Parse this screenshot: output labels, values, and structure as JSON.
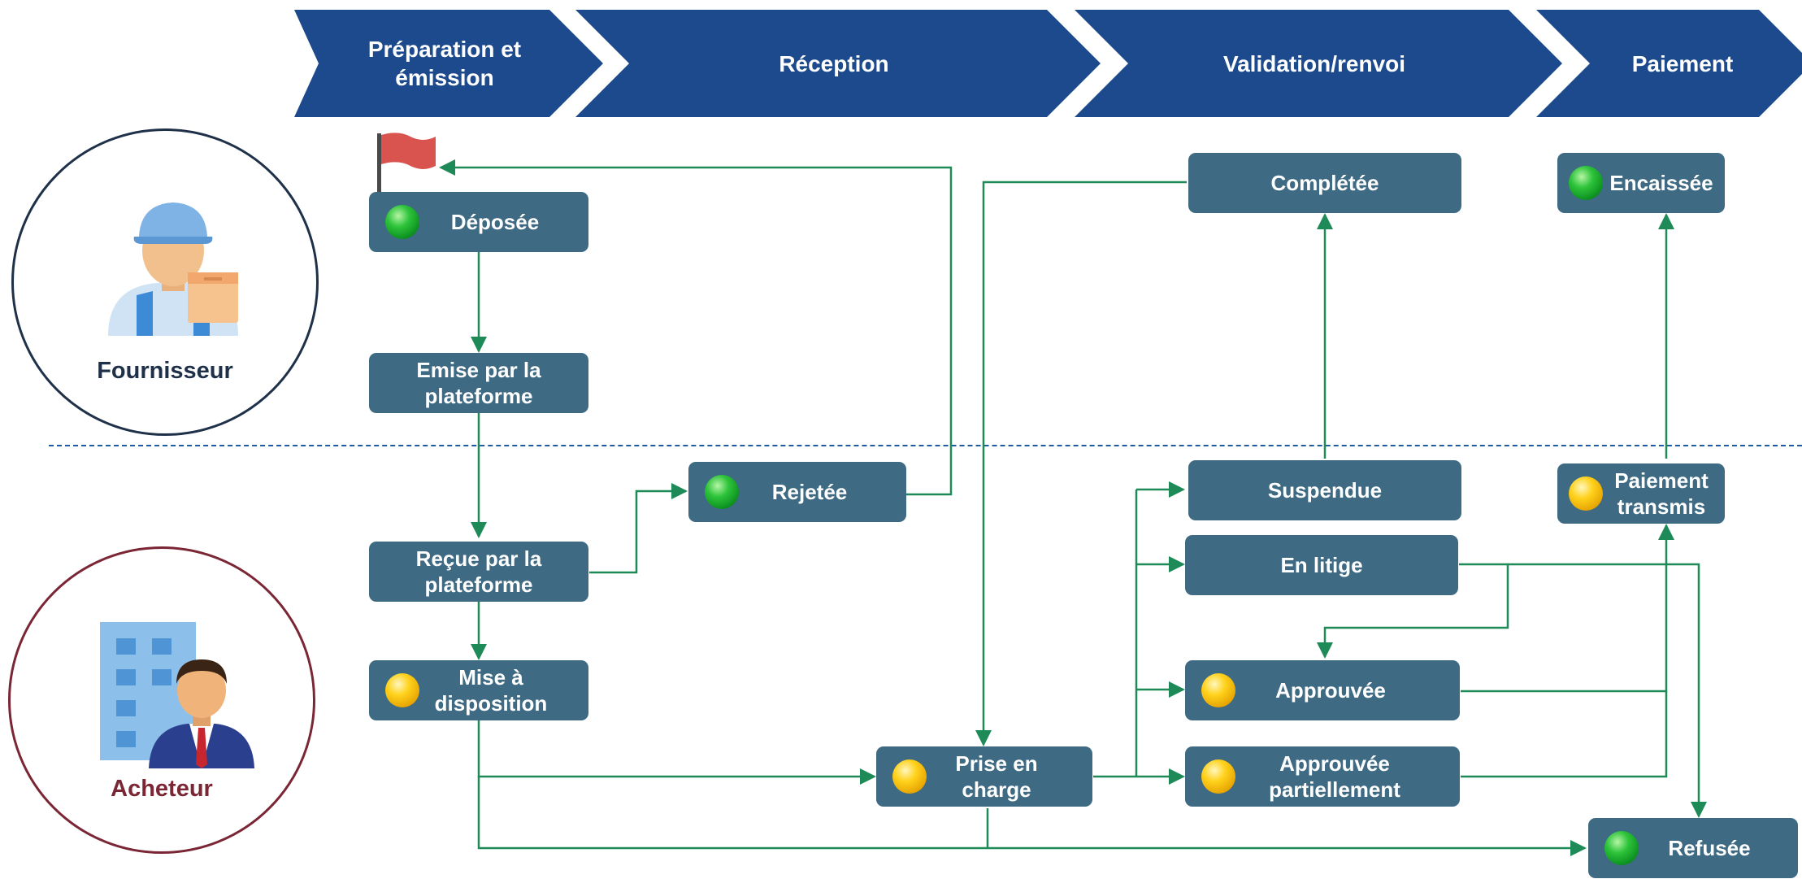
{
  "phases": [
    {
      "label": "Préparation et\némission"
    },
    {
      "label": "Réception"
    },
    {
      "label": "Validation/renvoi"
    },
    {
      "label": "Paiement"
    }
  ],
  "actors": {
    "supplier": "Fournisseur",
    "buyer": "Acheteur"
  },
  "statuses": {
    "deposee": {
      "label": "Déposée",
      "indicator": "green"
    },
    "emise": {
      "label": "Emise par la\nplateforme"
    },
    "rejetee": {
      "label": "Rejetée",
      "indicator": "green"
    },
    "recue": {
      "label": "Reçue par la\nplateforme"
    },
    "mise_a_disposition": {
      "label": "Mise à\ndisposition",
      "indicator": "yellow"
    },
    "prise_en_charge": {
      "label": "Prise en\ncharge",
      "indicator": "yellow"
    },
    "completee": {
      "label": "Complétée"
    },
    "suspendue": {
      "label": "Suspendue"
    },
    "en_litige": {
      "label": "En litige"
    },
    "approuvee": {
      "label": "Approuvée",
      "indicator": "yellow"
    },
    "approuvee_partiellement": {
      "label": "Approuvée\npartiellement",
      "indicator": "yellow"
    },
    "encaissee": {
      "label": "Encaissée",
      "indicator": "green"
    },
    "paiement_transmis": {
      "label": "Paiement\ntransmis",
      "indicator": "yellow"
    },
    "refusee": {
      "label": "Refusée",
      "indicator": "green"
    }
  },
  "colors": {
    "phase": "#1d4a8c",
    "node": "#3e6a83",
    "connector": "#1e8a57",
    "flag": "#d9534f",
    "supplier_ring": "#1f3049",
    "buyer_ring": "#7a2635"
  },
  "icons": {
    "supplier": "delivery-person-icon",
    "buyer": "businessman-building-icon",
    "start": "flag-icon"
  }
}
